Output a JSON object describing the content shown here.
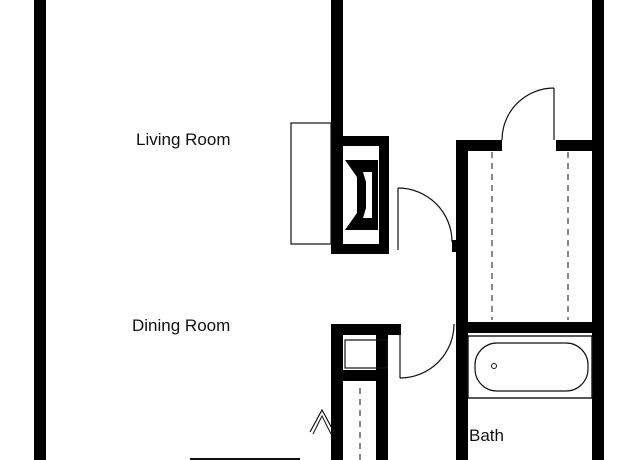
{
  "rooms": {
    "living_room": "Living Room",
    "dining_room": "Dining Room",
    "bath": "Bath"
  },
  "colors": {
    "wall": "#000000",
    "line": "#111111",
    "background": "#ffffff"
  }
}
